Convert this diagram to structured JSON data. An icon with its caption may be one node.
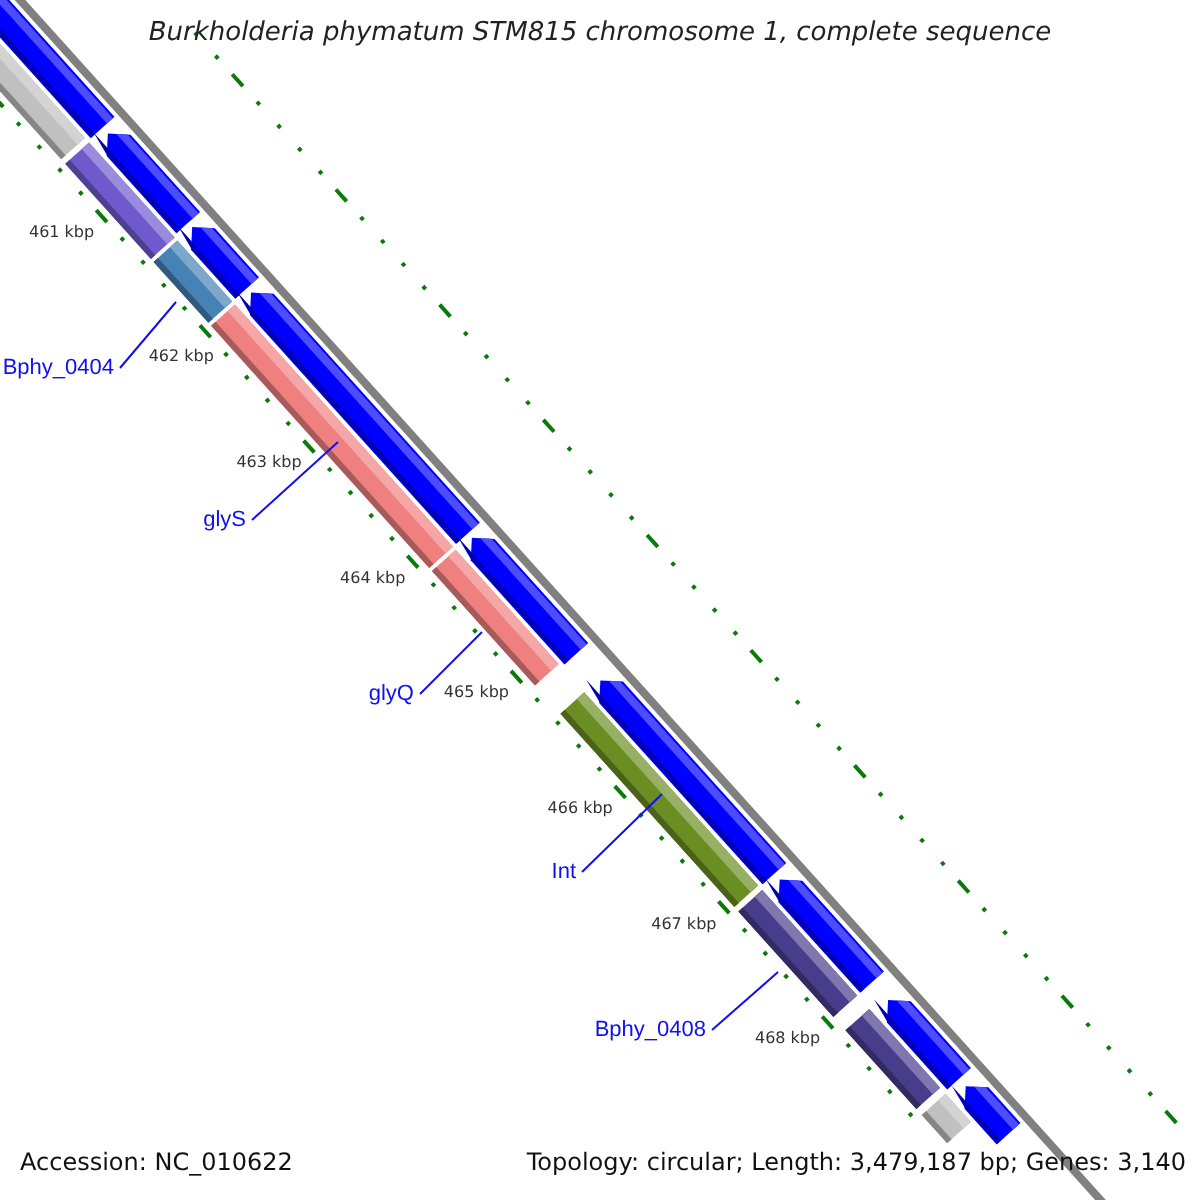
{
  "diagram": {
    "title": "Burkholderia phymatum STM815 chromosome 1, complete sequence",
    "nodes": [
      {
        "text": [
          "Bphy_0404"
        ]
      },
      {
        "text": [
          "glyS"
        ]
      },
      {
        "text": [
          "glyQ"
        ]
      },
      {
        "text": [
          "Int"
        ]
      },
      {
        "text": [
          "Bphy_0408"
        ]
      }
    ],
    "edges": [
      {
        "from": 0,
        "to": null,
        "arrow": "none"
      },
      {
        "from": 1,
        "to": null,
        "arrow": "none"
      },
      {
        "from": 2,
        "to": null,
        "arrow": "none"
      },
      {
        "from": 3,
        "to": null,
        "arrow": "none"
      },
      {
        "from": 4,
        "to": null,
        "arrow": "none"
      }
    ],
    "labels": [
      "461 kbp",
      "462 kbp",
      "463 kbp",
      "464 kbp",
      "465 kbp",
      "466 kbp",
      "467 kbp",
      "468 kbp",
      "Accession: NC_010622",
      "Topology: circular; Length: 3,479,187 bp; Genes: 3,140"
    ]
  }
}
